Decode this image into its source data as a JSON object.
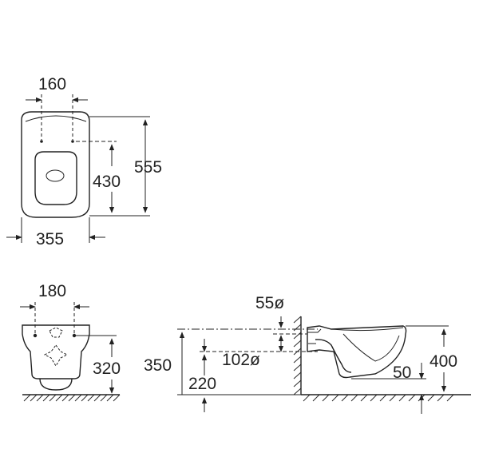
{
  "front_view": {
    "dim_width_top": "160",
    "dim_height_outer": "555",
    "dim_height_inner": "430",
    "dim_width_bottom": "355"
  },
  "rear_view": {
    "dim_width_top": "180",
    "dim_height": "320"
  },
  "side_view": {
    "dim_pipe_upper": "55ø",
    "dim_height_left": "350",
    "dim_pipe_lower": "102ø",
    "dim_height_bottom": "220",
    "dim_small": "50",
    "dim_height_right": "400"
  }
}
